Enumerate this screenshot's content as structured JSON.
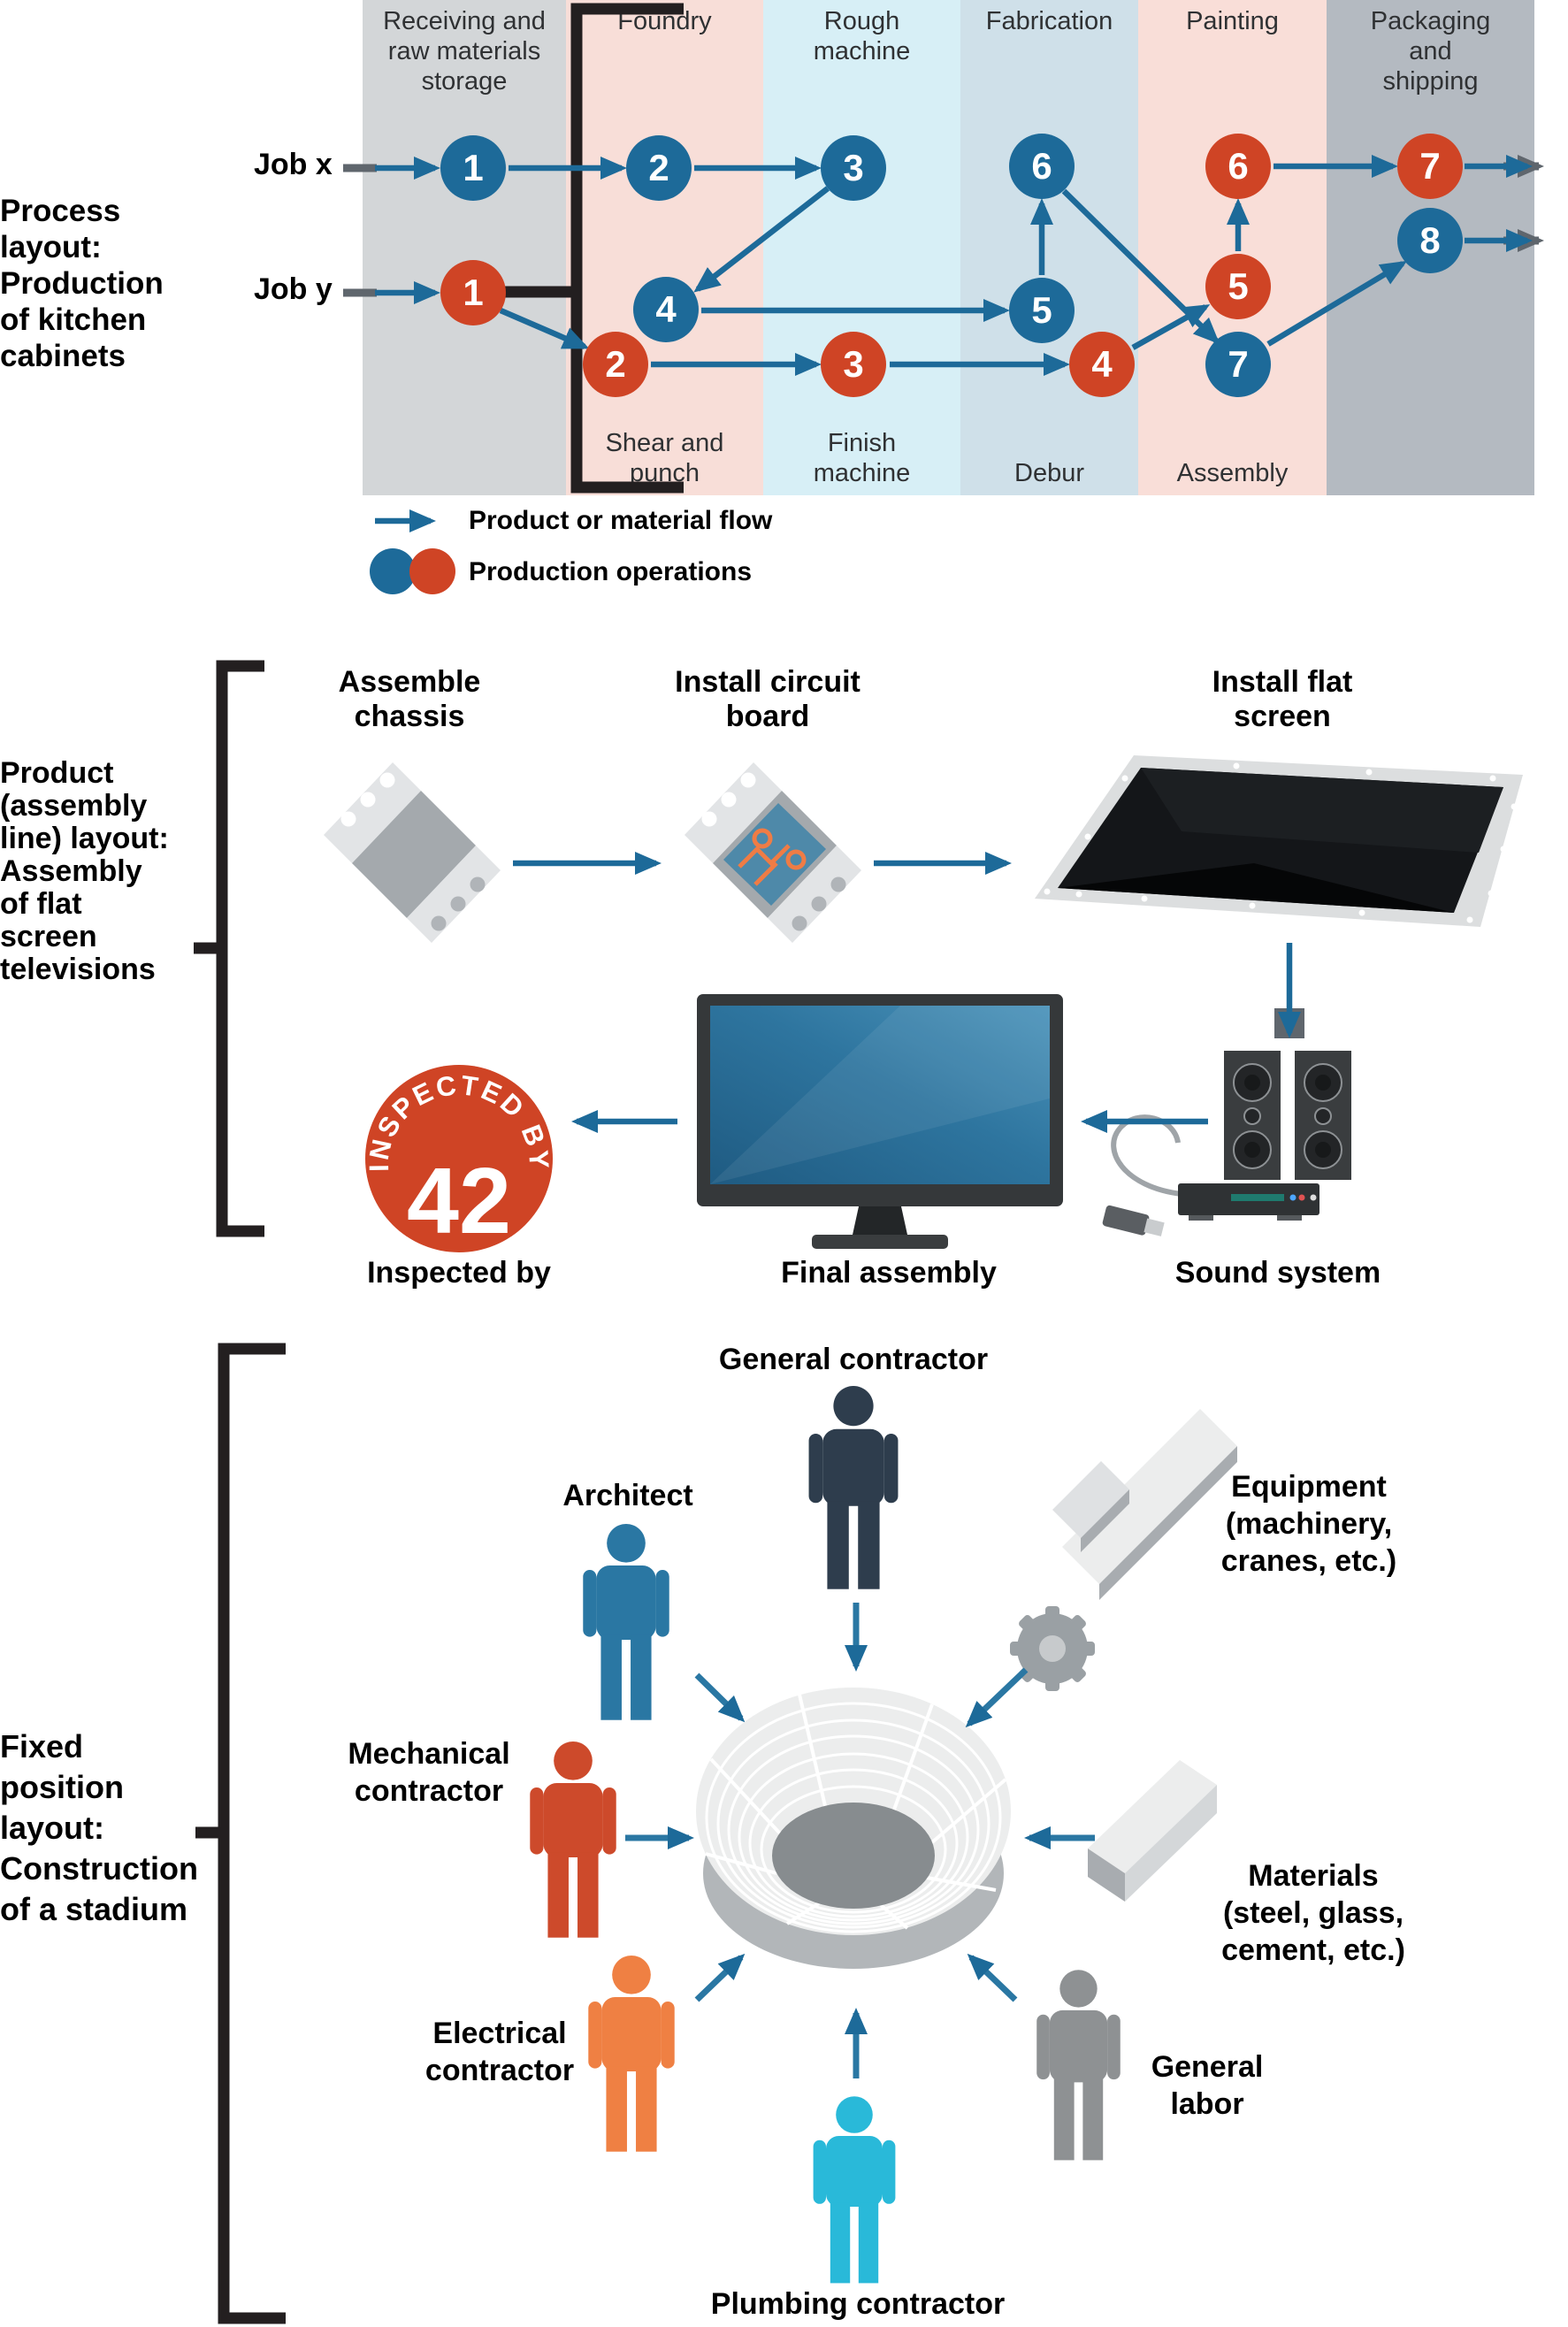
{
  "figure": {
    "type": "facility-layouts-diagram",
    "sections": [
      "process layout",
      "product (assembly line) layout",
      "fixed position layout"
    ]
  },
  "colors": {
    "job_x_node": "#1d6a99",
    "job_y_node": "#cf4425",
    "arrow_blue": "#1d6a99",
    "stub_gray": "#5f666d",
    "bracket_black": "#231f20",
    "band_receiving": "#d3d6d8",
    "band_foundry": "#f8ded8",
    "band_rough_machine": "#d7eff6",
    "band_fabrication": "#cfe0e9",
    "band_painting": "#f9ded8",
    "band_packaging": "#b4bac1",
    "sticker_red": "#cf4425",
    "monitor_screen_blue": "#2e759f"
  },
  "section1": {
    "side_label": "Process\nlayout:\nProduction\nof kitchen\ncabinets",
    "job_x_label": "Job x",
    "job_y_label": "Job y",
    "departments": [
      {
        "top_label": "Receiving and\nraw materials\nstorage",
        "bottom_label": ""
      },
      {
        "top_label": "Foundry",
        "bottom_label": "Shear and\npunch"
      },
      {
        "top_label": "Rough\nmachine",
        "bottom_label": "Finish\nmachine"
      },
      {
        "top_label": "Fabrication",
        "bottom_label": "Debur"
      },
      {
        "top_label": "Painting",
        "bottom_label": "Assembly"
      },
      {
        "top_label": "Packaging\nand\nshipping",
        "bottom_label": ""
      }
    ],
    "job_x_nodes": [
      "1",
      "2",
      "3",
      "4",
      "5",
      "6",
      "7",
      "8"
    ],
    "job_y_nodes": [
      "1",
      "2",
      "3",
      "4",
      "5",
      "6",
      "7"
    ],
    "job_x_edges": [
      "in→1",
      "1→2",
      "2→3",
      "3→4",
      "4→5",
      "5→6",
      "6→7",
      "7→8",
      "8→out"
    ],
    "job_y_edges": [
      "in→1",
      "1→2",
      "2→3",
      "3→4",
      "4→5",
      "5→6",
      "6→7",
      "7→out"
    ],
    "legend": {
      "flow_label": "Product or material flow",
      "operations_label": "Production operations"
    }
  },
  "section2": {
    "side_label": "Product\n(assembly\nline) layout:\nAssembly\nof flat\nscreen\ntelevisions",
    "steps": {
      "assemble_chassis": "Assemble\nchassis",
      "install_circuit_board": "Install circuit\nboard",
      "install_flat_screen": "Install flat\nscreen",
      "sound_system": "Sound system",
      "final_assembly": "Final assembly",
      "inspected_by": "Inspected by"
    },
    "sticker": {
      "arc_text": "INSPECTED BY",
      "number": "42"
    }
  },
  "section3": {
    "side_label": "Fixed\nposition\nlayout:\nConstruction\nof a stadium",
    "roles": {
      "general_contractor": "General contractor",
      "architect": "Architect",
      "equipment": "Equipment\n(machinery,\ncranes, etc.)",
      "mechanical_contractor": "Mechanical\ncontractor",
      "materials": "Materials\n(steel, glass,\ncement, etc.)",
      "electrical_contractor": "Electrical\ncontractor",
      "plumbing_contractor": "Plumbing contractor",
      "general_labor": "General\nlabor"
    },
    "figure_colors": {
      "general_contractor": "#2e3d4d",
      "architect": "#2a77a3",
      "mechanical_contractor": "#cd4a2b",
      "electrical_contractor": "#ef8043",
      "plumbing_contractor": "#29b9d9",
      "general_labor": "#8e9193"
    }
  }
}
